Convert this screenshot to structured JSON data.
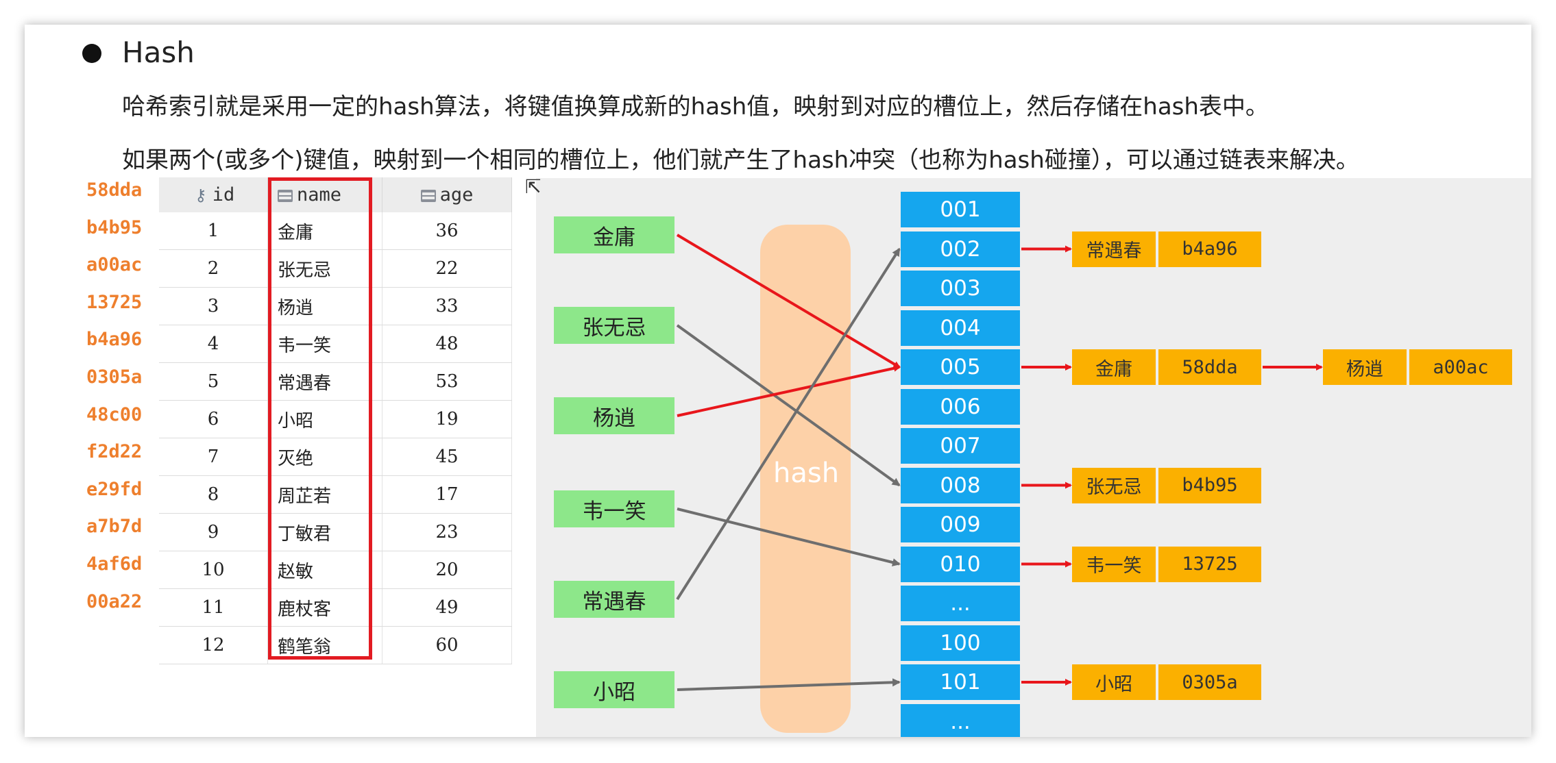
{
  "heading": "Hash",
  "description": [
    "哈希索引就是采用一定的hash算法，将键值换算成新的hash值，映射到对应的槽位上，然后存储在hash表中。",
    "如果两个(或多个)键值，映射到一个相同的槽位上，他们就产生了hash冲突（也称为hash碰撞），可以通过链表来解决。"
  ],
  "table": {
    "columns": [
      "id",
      "name",
      "age"
    ],
    "rows": [
      {
        "hash": "58dda",
        "id": "1",
        "name": "金庸",
        "age": "36"
      },
      {
        "hash": "b4b95",
        "id": "2",
        "name": "张无忌",
        "age": "22"
      },
      {
        "hash": "a00ac",
        "id": "3",
        "name": "杨逍",
        "age": "33"
      },
      {
        "hash": "13725",
        "id": "4",
        "name": "韦一笑",
        "age": "48"
      },
      {
        "hash": "b4a96",
        "id": "5",
        "name": "常遇春",
        "age": "53"
      },
      {
        "hash": "0305a",
        "id": "6",
        "name": "小昭",
        "age": "19"
      },
      {
        "hash": "48c00",
        "id": "7",
        "name": "灭绝",
        "age": "45"
      },
      {
        "hash": "f2d22",
        "id": "8",
        "name": "周芷若",
        "age": "17"
      },
      {
        "hash": "e29fd",
        "id": "9",
        "name": "丁敏君",
        "age": "23"
      },
      {
        "hash": "a7b7d",
        "id": "10",
        "name": "赵敏",
        "age": "20"
      },
      {
        "hash": "4af6d",
        "id": "11",
        "name": "鹿杖客",
        "age": "49"
      },
      {
        "hash": "00a22",
        "id": "12",
        "name": "鹤笔翁",
        "age": "60"
      }
    ]
  },
  "diagram": {
    "hash_label": "hash",
    "keys": [
      "金庸",
      "张无忌",
      "杨逍",
      "韦一笑",
      "常遇春",
      "小昭"
    ],
    "slots": [
      "001",
      "002",
      "003",
      "004",
      "005",
      "006",
      "007",
      "008",
      "009",
      "010",
      "...",
      "100",
      "101",
      "..."
    ],
    "mappings": [
      {
        "key": 0,
        "slot": 4,
        "color": "#e8161b"
      },
      {
        "key": 1,
        "slot": 7,
        "color": "#6e6e6e"
      },
      {
        "key": 2,
        "slot": 4,
        "color": "#e8161b"
      },
      {
        "key": 3,
        "slot": 9,
        "color": "#6e6e6e"
      },
      {
        "key": 4,
        "slot": 1,
        "color": "#6e6e6e"
      },
      {
        "key": 5,
        "slot": 12,
        "color": "#6e6e6e"
      }
    ],
    "buckets": [
      {
        "slot": 1,
        "entries": [
          {
            "name": "常遇春",
            "hash": "b4a96"
          }
        ]
      },
      {
        "slot": 4,
        "entries": [
          {
            "name": "金庸",
            "hash": "58dda"
          },
          {
            "name": "杨逍",
            "hash": "a00ac"
          }
        ]
      },
      {
        "slot": 7,
        "entries": [
          {
            "name": "张无忌",
            "hash": "b4b95"
          }
        ]
      },
      {
        "slot": 9,
        "entries": [
          {
            "name": "韦一笑",
            "hash": "13725"
          }
        ]
      },
      {
        "slot": 12,
        "entries": [
          {
            "name": "小昭",
            "hash": "0305a"
          }
        ]
      }
    ]
  },
  "colors": {
    "hash_label": "#ee7f2d",
    "key_box": "#8de78a",
    "slot_box": "#15a6ee",
    "bucket_box": "#fbb000",
    "highlight": "#e21b22"
  }
}
